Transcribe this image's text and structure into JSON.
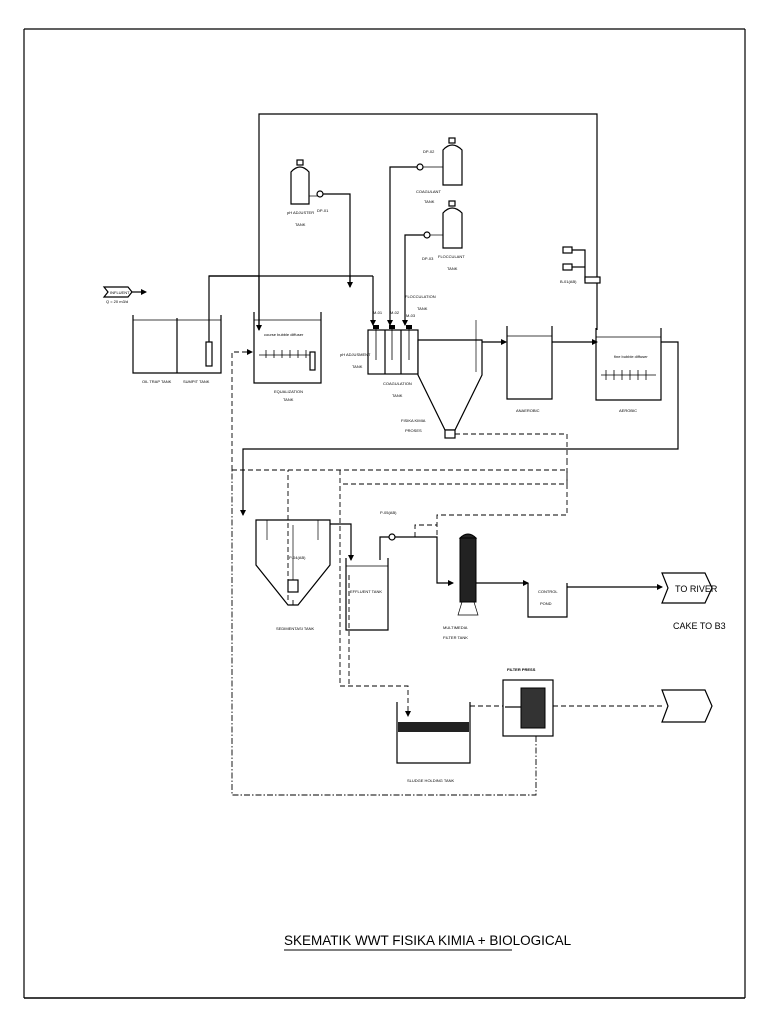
{
  "labels": {
    "influent": "INFLUENT",
    "influent_flow": "Q = 20 m3/d",
    "oil_trap_tank": "OIL TRAP TANK",
    "sumpit_tank": "SUMPIT TANK",
    "course_bubble_diffuser": "course bubble diffuser",
    "equalization_tank_1": "EQUALIZATION",
    "equalization_tank_2": "TANK",
    "ph_adjuster_tank_1": "pH ADJUSTER",
    "ph_adjuster_tank_2": "TANK",
    "dp01": "DP-01",
    "dp02": "DP-02",
    "dp03": "DP-03",
    "coagulant_tank_1": "COAGULANT",
    "coagulant_tank_2": "TANK",
    "flocculant_tank_1": "FLOCCULANT",
    "flocculant_tank_2": "TANK",
    "m01": "M-01",
    "m02": "M-02",
    "m03": "M-03",
    "flocculation_tank_1": "FLOCCULATION",
    "flocculation_tank_2": "TANK",
    "ph_adjustment_tank_1": "pH ADJUSMENT",
    "ph_adjustment_tank_2": "TANK",
    "coagulation_tank_1": "COAGULATION",
    "coagulation_tank_2": "TANK",
    "fisika_kimia_1": "FISIKA KIMIA",
    "fisika_kimia_2": "PROSES",
    "anaerobic": "ANAEROBIC",
    "blower": "B-01(AB)",
    "fine_bubble_diffuser": "fine bubble diffuser",
    "aerobic": "AEROBIC",
    "p04": "P-04(AB)",
    "sedimentation_tank": "SEDIMENTASI TANK",
    "effluent_tank": "EFFLUENT TANK",
    "p05": "P-05(AB)",
    "multimedia_filter_1": "MULTIMEDIA",
    "multimedia_filter_2": "FILTER TANK",
    "control_pond_1": "CONTROL",
    "control_pond_2": "POND",
    "to_river": "TO RIVER",
    "cake_to_b3": "CAKE TO B3",
    "filter_press": "FILTER PRESS",
    "sludge_holding_tank": "SLUDGE HOLDING TANK"
  },
  "title": "SKEMATIK   WWT FISIKA KIMIA + BIOLOGICAL"
}
